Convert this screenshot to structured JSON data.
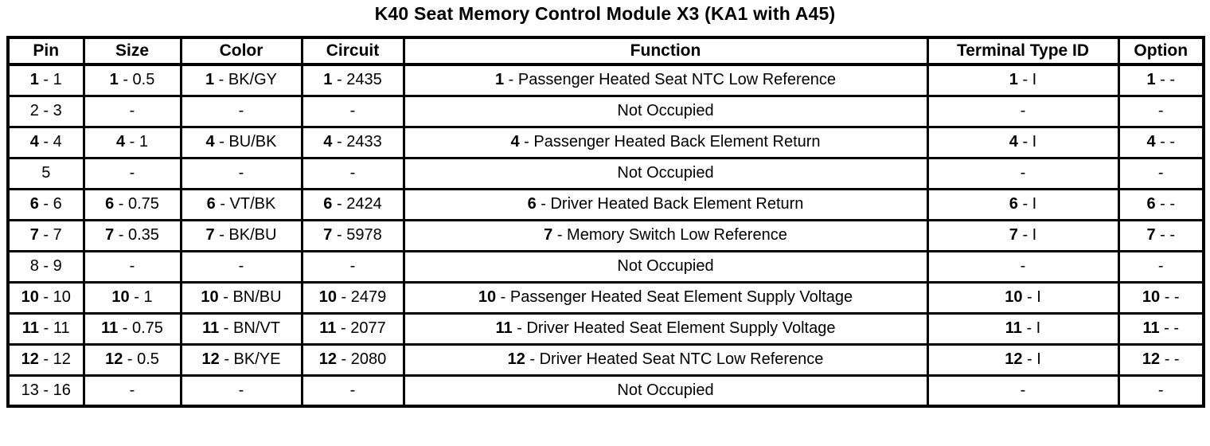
{
  "title": "K40 Seat Memory Control Module X3 (KA1 with A45)",
  "table": {
    "columns": [
      "Pin",
      "Size",
      "Color",
      "Circuit",
      "Function",
      "Terminal Type ID",
      "Option"
    ],
    "rows": [
      {
        "cells": [
          {
            "b": "1",
            "t": " - 1"
          },
          {
            "b": "1",
            "t": " - 0.5"
          },
          {
            "b": "1",
            "t": " - BK/GY"
          },
          {
            "b": "1",
            "t": " - 2435"
          },
          {
            "b": "1",
            "t": " - Passenger Heated Seat NTC Low Reference"
          },
          {
            "b": "1",
            "t": " - I"
          },
          {
            "b": "1",
            "t": " - -"
          }
        ]
      },
      {
        "cells": [
          {
            "t": "2 - 3"
          },
          {
            "t": "-"
          },
          {
            "t": "-"
          },
          {
            "t": "-"
          },
          {
            "t": "Not Occupied"
          },
          {
            "t": "-"
          },
          {
            "t": "-"
          }
        ]
      },
      {
        "cells": [
          {
            "b": "4",
            "t": " - 4"
          },
          {
            "b": "4",
            "t": " - 1"
          },
          {
            "b": "4",
            "t": " - BU/BK"
          },
          {
            "b": "4",
            "t": " - 2433"
          },
          {
            "b": "4",
            "t": " - Passenger Heated Back Element Return"
          },
          {
            "b": "4",
            "t": " - I"
          },
          {
            "b": "4",
            "t": " - -"
          }
        ]
      },
      {
        "cells": [
          {
            "t": "5"
          },
          {
            "t": "-"
          },
          {
            "t": "-"
          },
          {
            "t": "-"
          },
          {
            "t": "Not Occupied"
          },
          {
            "t": "-"
          },
          {
            "t": "-"
          }
        ]
      },
      {
        "cells": [
          {
            "b": "6",
            "t": " - 6"
          },
          {
            "b": "6",
            "t": " - 0.75"
          },
          {
            "b": "6",
            "t": " - VT/BK"
          },
          {
            "b": "6",
            "t": " - 2424"
          },
          {
            "b": "6",
            "t": " - Driver Heated Back Element Return"
          },
          {
            "b": "6",
            "t": " - I"
          },
          {
            "b": "6",
            "t": " - -"
          }
        ]
      },
      {
        "cells": [
          {
            "b": "7",
            "t": " - 7"
          },
          {
            "b": "7",
            "t": " - 0.35"
          },
          {
            "b": "7",
            "t": " - BK/BU"
          },
          {
            "b": "7",
            "t": " - 5978"
          },
          {
            "b": "7",
            "t": " - Memory Switch Low Reference"
          },
          {
            "b": "7",
            "t": " - I"
          },
          {
            "b": "7",
            "t": " - -"
          }
        ]
      },
      {
        "cells": [
          {
            "t": "8 - 9"
          },
          {
            "t": "-"
          },
          {
            "t": "-"
          },
          {
            "t": "-"
          },
          {
            "t": "Not Occupied"
          },
          {
            "t": "-"
          },
          {
            "t": "-"
          }
        ]
      },
      {
        "cells": [
          {
            "b": "10",
            "t": " - 10"
          },
          {
            "b": "10",
            "t": " - 1"
          },
          {
            "b": "10",
            "t": " - BN/BU"
          },
          {
            "b": "10",
            "t": " - 2479"
          },
          {
            "b": "10",
            "t": " - Passenger Heated Seat Element Supply Voltage"
          },
          {
            "b": "10",
            "t": " - I"
          },
          {
            "b": "10",
            "t": " - -"
          }
        ]
      },
      {
        "cells": [
          {
            "b": "11",
            "t": " - 11"
          },
          {
            "b": "11",
            "t": " - 0.75"
          },
          {
            "b": "11",
            "t": " - BN/VT"
          },
          {
            "b": "11",
            "t": " - 2077"
          },
          {
            "b": "11",
            "t": " - Driver Heated Seat Element Supply Voltage"
          },
          {
            "b": "11",
            "t": " - I"
          },
          {
            "b": "11",
            "t": " - -"
          }
        ]
      },
      {
        "cells": [
          {
            "b": "12",
            "t": " - 12"
          },
          {
            "b": "12",
            "t": " - 0.5"
          },
          {
            "b": "12",
            "t": " - BK/YE"
          },
          {
            "b": "12",
            "t": " - 2080"
          },
          {
            "b": "12",
            "t": " - Driver Heated Seat NTC Low Reference"
          },
          {
            "b": "12",
            "t": " - I"
          },
          {
            "b": "12",
            "t": " - -"
          }
        ]
      },
      {
        "cells": [
          {
            "t": "13 - 16"
          },
          {
            "t": "-"
          },
          {
            "t": "-"
          },
          {
            "t": "-"
          },
          {
            "t": "Not Occupied"
          },
          {
            "t": "-"
          },
          {
            "t": "-"
          }
        ]
      }
    ]
  }
}
